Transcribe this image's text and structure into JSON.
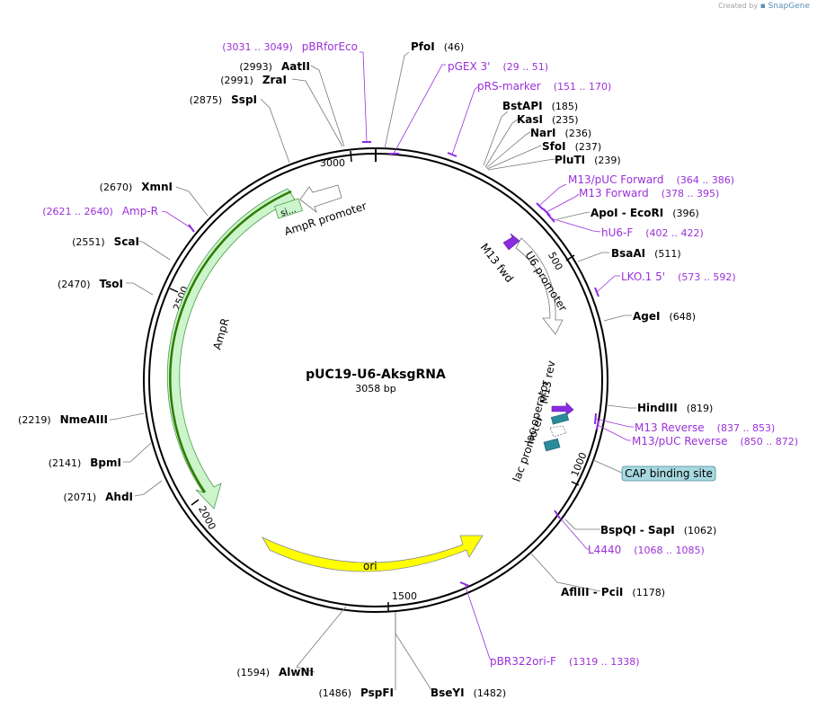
{
  "credit": {
    "prefix": "Created by",
    "brand": "SnapGene"
  },
  "plasmid": {
    "name": "pUC19-U6-AksgRNA",
    "size_label": "3058 bp",
    "length": 3058
  },
  "colors": {
    "feature_label": "#9b30d9",
    "enzyme_text": "#000000",
    "primer": "#8a2be2",
    "ori": "#ffff00",
    "ampr": "#ccf5cc",
    "promoter": "#ffffff",
    "ampr_highlight": "#2e7d00",
    "cap_site": "#a8d8e0"
  },
  "tick_labels": [
    "500",
    "1000",
    "1500",
    "2000",
    "2500",
    "3000"
  ],
  "enzymes": [
    {
      "name": "PfoI",
      "pos": "(46)"
    },
    {
      "name": "BstAPI",
      "pos": "(185)"
    },
    {
      "name": "KasI",
      "pos": "(235)"
    },
    {
      "name": "NarI",
      "pos": "(236)"
    },
    {
      "name": "SfoI",
      "pos": "(237)"
    },
    {
      "name": "PluTI",
      "pos": "(239)"
    },
    {
      "name": "ApoI - EcoRI",
      "pos": "(396)"
    },
    {
      "name": "BsaAI",
      "pos": "(511)"
    },
    {
      "name": "AgeI",
      "pos": "(648)"
    },
    {
      "name": "HindIII",
      "pos": "(819)"
    },
    {
      "name": "BspQI - SapI",
      "pos": "(1062)"
    },
    {
      "name": "AflIII - PciI",
      "pos": "(1178)"
    },
    {
      "name": "BseYI",
      "pos": "(1482)"
    },
    {
      "name": "PspFI",
      "pos": "(1486)"
    },
    {
      "name": "AlwNI",
      "pos": "(1594)"
    },
    {
      "name": "AhdI",
      "pos": "(2071)"
    },
    {
      "name": "BpmI",
      "pos": "(2141)"
    },
    {
      "name": "NmeAIII",
      "pos": "(2219)"
    },
    {
      "name": "TsoI",
      "pos": "(2470)"
    },
    {
      "name": "ScaI",
      "pos": "(2551)"
    },
    {
      "name": "XmnI",
      "pos": "(2670)"
    },
    {
      "name": "SspI",
      "pos": "(2875)"
    },
    {
      "name": "ZraI",
      "pos": "(2991)"
    },
    {
      "name": "AatII",
      "pos": "(2993)"
    }
  ],
  "primer_labels": [
    {
      "name": "pBRforEco",
      "range": "(3031 .. 3049)"
    },
    {
      "name": "pGEX 3'",
      "range": "(29 .. 51)"
    },
    {
      "name": "pRS-marker",
      "range": "(151 .. 170)"
    },
    {
      "name": "M13/pUC Forward",
      "range": "(364 .. 386)"
    },
    {
      "name": "M13 Forward",
      "range": "(378 .. 395)"
    },
    {
      "name": "hU6-F",
      "range": "(402 .. 422)"
    },
    {
      "name": "LKO.1 5'",
      "range": "(573 .. 592)"
    },
    {
      "name": "M13 Reverse",
      "range": "(837 .. 853)"
    },
    {
      "name": "M13/pUC Reverse",
      "range": "(850 .. 872)"
    },
    {
      "name": "L4440",
      "range": "(1068 .. 1085)"
    },
    {
      "name": "pBR322ori-F",
      "range": "(1319 .. 1338)"
    },
    {
      "name": "Amp-R",
      "range": "(2621 .. 2640)"
    }
  ],
  "cap_site_label": "CAP binding site",
  "inner_features": {
    "ampr": "AmpR",
    "ampr_promoter": "AmpR promoter",
    "ori": "ori",
    "u6_promoter": "U6 promoter",
    "m13_fwd": "M13 fwd",
    "m13_rev": "M13 rev",
    "lac_operator": "lac operator",
    "lac_promoter": "lac promoter",
    "signal_peptide": "si..."
  }
}
